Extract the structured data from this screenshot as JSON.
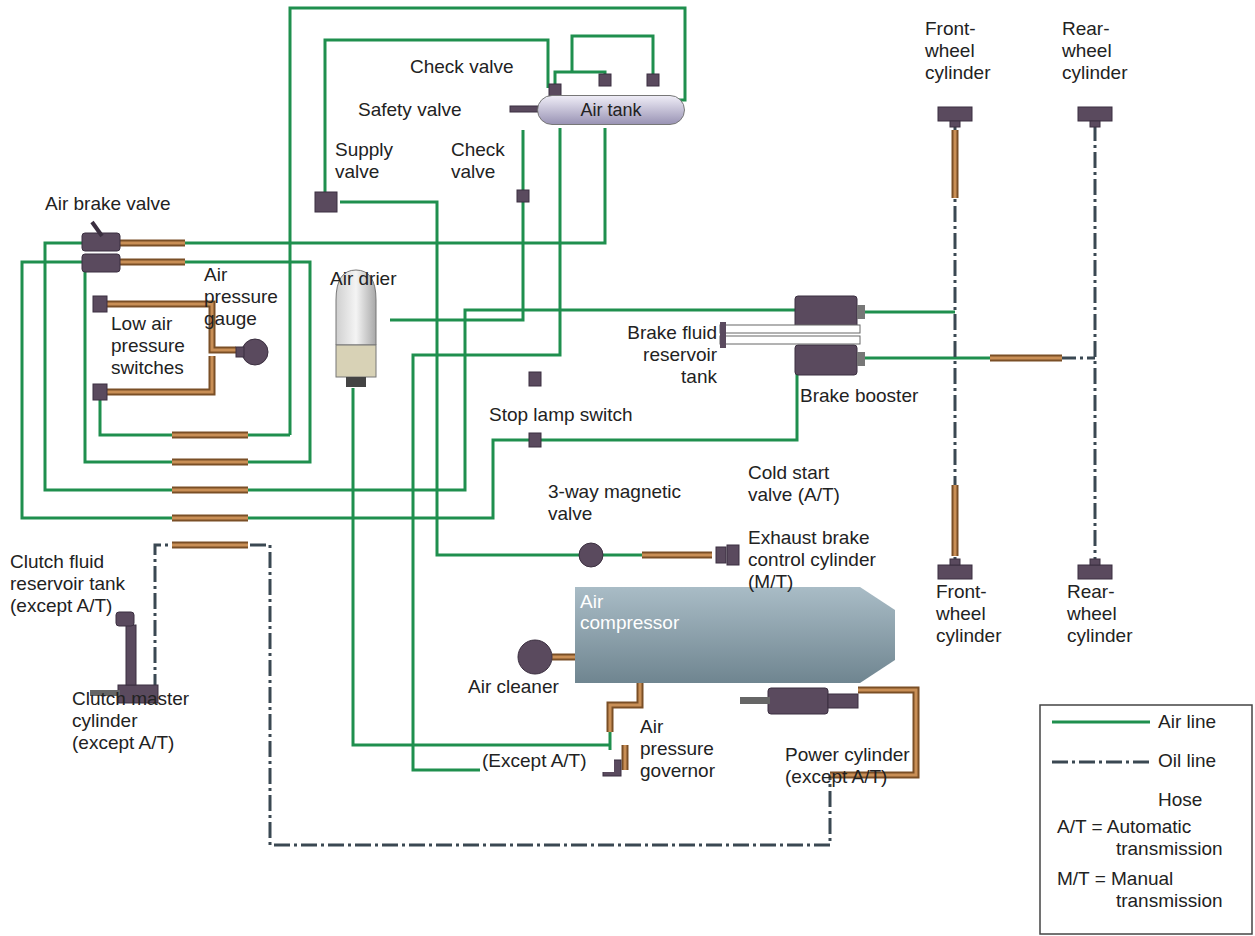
{
  "diagram": {
    "nodes": [
      {
        "text": [
          "Air tank"
        ]
      },
      {
        "text": [
          "Air compressor"
        ]
      }
    ],
    "labels": [
      "Check valve",
      "Safety valve",
      "Supply valve",
      "Check valve",
      "Front-wheel cylinder",
      "Rear-wheel cylinder",
      "Air brake valve",
      "Air pressure gauge",
      "Low air pressure switches",
      "Air drier",
      "Brake fluid reservoir tank",
      "Brake booster",
      "Stop lamp switch",
      "Cold start valve (A/T)",
      "3-way magnetic valve",
      "Exhaust brake control cylinder (M/T)",
      "Front-wheel cylinder",
      "Rear-wheel cylinder",
      "Clutch fluid reservoir tank (except A/T)",
      "Clutch master cylinder (except A/T)",
      "Air cleaner",
      "Air pressure governor",
      "(Except A/T)",
      "Power cylinder (except A/T)",
      "A/T = Automatic transmission",
      "M/T = Manual transmission"
    ],
    "legend": [
      {
        "text": "Air line"
      },
      {
        "text": "Oil line"
      },
      {
        "text": "Hose"
      }
    ]
  }
}
